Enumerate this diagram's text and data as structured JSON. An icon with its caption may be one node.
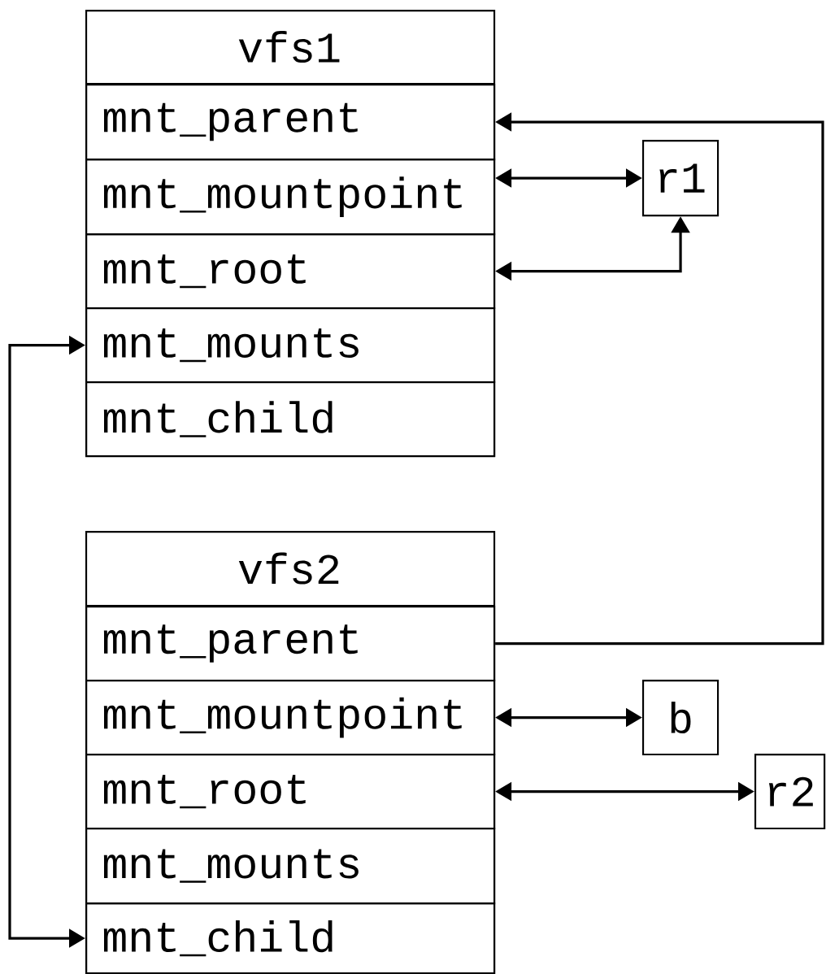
{
  "diagram": {
    "nodes": [
      {
        "text": [
          "vfs1"
        ]
      },
      {
        "text": [
          "mnt_parent"
        ],
        "in": 0
      },
      {
        "text": [
          "mnt_mountpoint"
        ],
        "in": 0
      },
      {
        "text": [
          "mnt_root"
        ],
        "in": 0
      },
      {
        "text": [
          "mnt_mounts"
        ],
        "in": 0
      },
      {
        "text": [
          "mnt_child"
        ],
        "in": 0
      },
      {
        "text": [
          "r1"
        ]
      },
      {
        "text": [
          "vfs2"
        ]
      },
      {
        "text": [
          "mnt_parent"
        ],
        "in": 7
      },
      {
        "text": [
          "mnt_mountpoint"
        ],
        "in": 7
      },
      {
        "text": [
          "mnt_root"
        ],
        "in": 7
      },
      {
        "text": [
          "mnt_mounts"
        ],
        "in": 7
      },
      {
        "text": [
          "mnt_child"
        ],
        "in": 7
      },
      {
        "text": [
          "b"
        ]
      },
      {
        "text": [
          "r2"
        ]
      }
    ],
    "edges": [
      {
        "from": 2,
        "to": 6,
        "arrow": "both"
      },
      {
        "from": 3,
        "to": 6,
        "arrow": "both"
      },
      {
        "from": 8,
        "to": 1,
        "arrow": "to"
      },
      {
        "from": 4,
        "to": 12,
        "arrow": "both"
      },
      {
        "from": 9,
        "to": 13,
        "arrow": "both"
      },
      {
        "from": 10,
        "to": 14,
        "arrow": "both"
      }
    ]
  }
}
